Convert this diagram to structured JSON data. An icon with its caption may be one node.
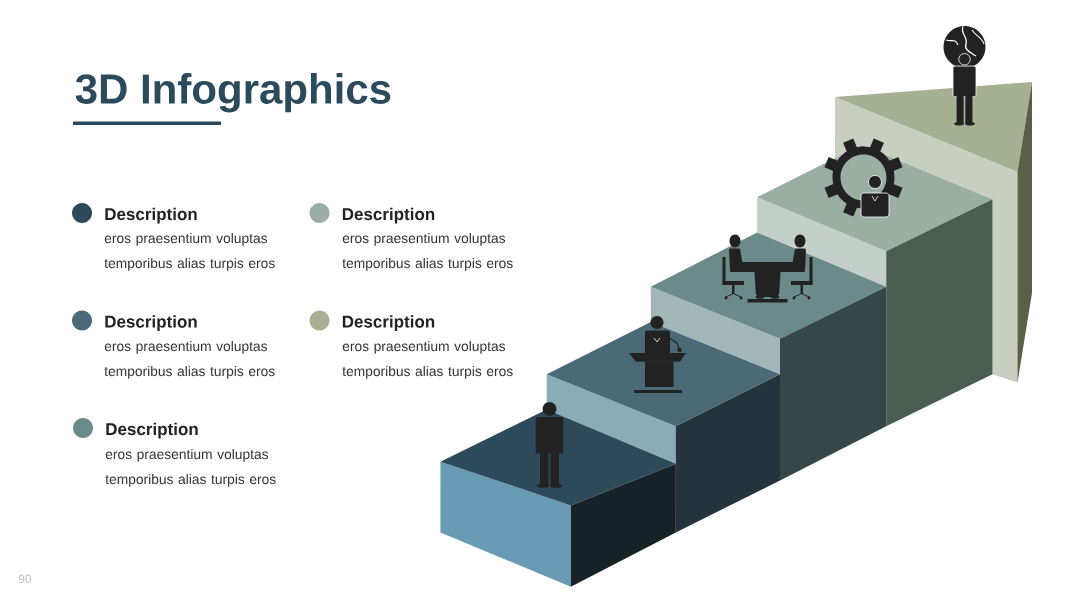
{
  "diagram": {
    "title": "3D Infographics",
    "labels": [
      "eros praesentium voluptas temporibus alias turpis eros",
      "eros praesentium voluptas temporibus alias turpis eros",
      "eros praesentium voluptas temporibus alias turpis eros",
      "eros praesentium voluptas temporibus alias turpis eros",
      "eros praesentium voluptas temporibus alias turpis eros",
      "90"
    ],
    "legend": [
      {
        "text": "Description",
        "color": "#2d4a5a"
      },
      {
        "text": "Description",
        "color": "#4a6a78"
      },
      {
        "text": "Description",
        "color": "#6b8a8a"
      },
      {
        "text": "Description",
        "color": "#9aafa2"
      },
      {
        "text": "Description",
        "color": "#a6b092"
      }
    ]
  }
}
